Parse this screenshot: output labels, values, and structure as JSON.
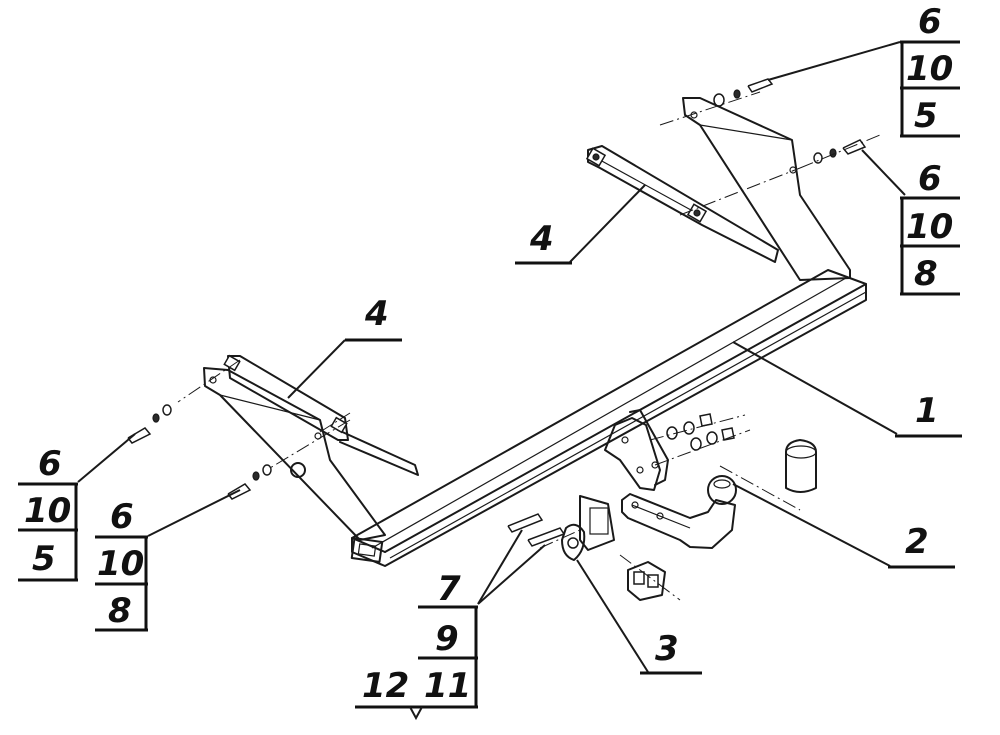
{
  "labels": {
    "part1": "1",
    "part2": "2",
    "part3": "3",
    "part4_upper": "4",
    "part4_lower": "4"
  },
  "callouts": {
    "top_right_upper": [
      "6",
      "10",
      "5"
    ],
    "top_right_lower": [
      "6",
      "10",
      "8"
    ],
    "left_upper": [
      "6",
      "10",
      "5"
    ],
    "left_lower": [
      "6",
      "10",
      "8"
    ],
    "bottom_center": [
      "7",
      "9",
      "11"
    ],
    "bottom_extra": "12"
  },
  "colors": {
    "ink": "#1a1a1a",
    "paper": "#ffffff"
  }
}
